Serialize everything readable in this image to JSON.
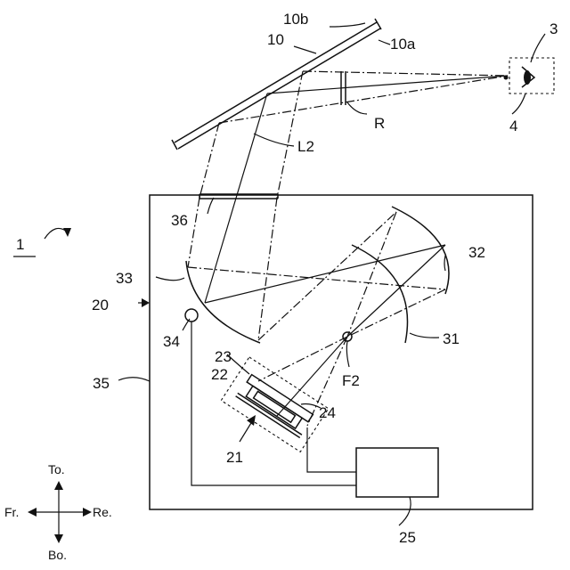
{
  "labels": {
    "device": "1",
    "eye": "3",
    "eyebox": "4",
    "windshield": "10",
    "windshield_inner": "10a",
    "windshield_outer": "10b",
    "hud_unit": "20",
    "display_unit": "21",
    "display_22": "22",
    "display_23": "23",
    "display_24": "24",
    "controller": "25",
    "mirror_31": "31",
    "mirror_32": "32",
    "mirror_33": "33",
    "actuator_34": "34",
    "housing_35": "35",
    "window_36": "36",
    "light_path": "L2",
    "focus": "F2",
    "region": "R"
  },
  "directions": {
    "top": "To.",
    "bottom": "Bo.",
    "front": "Fr.",
    "rear": "Re."
  }
}
